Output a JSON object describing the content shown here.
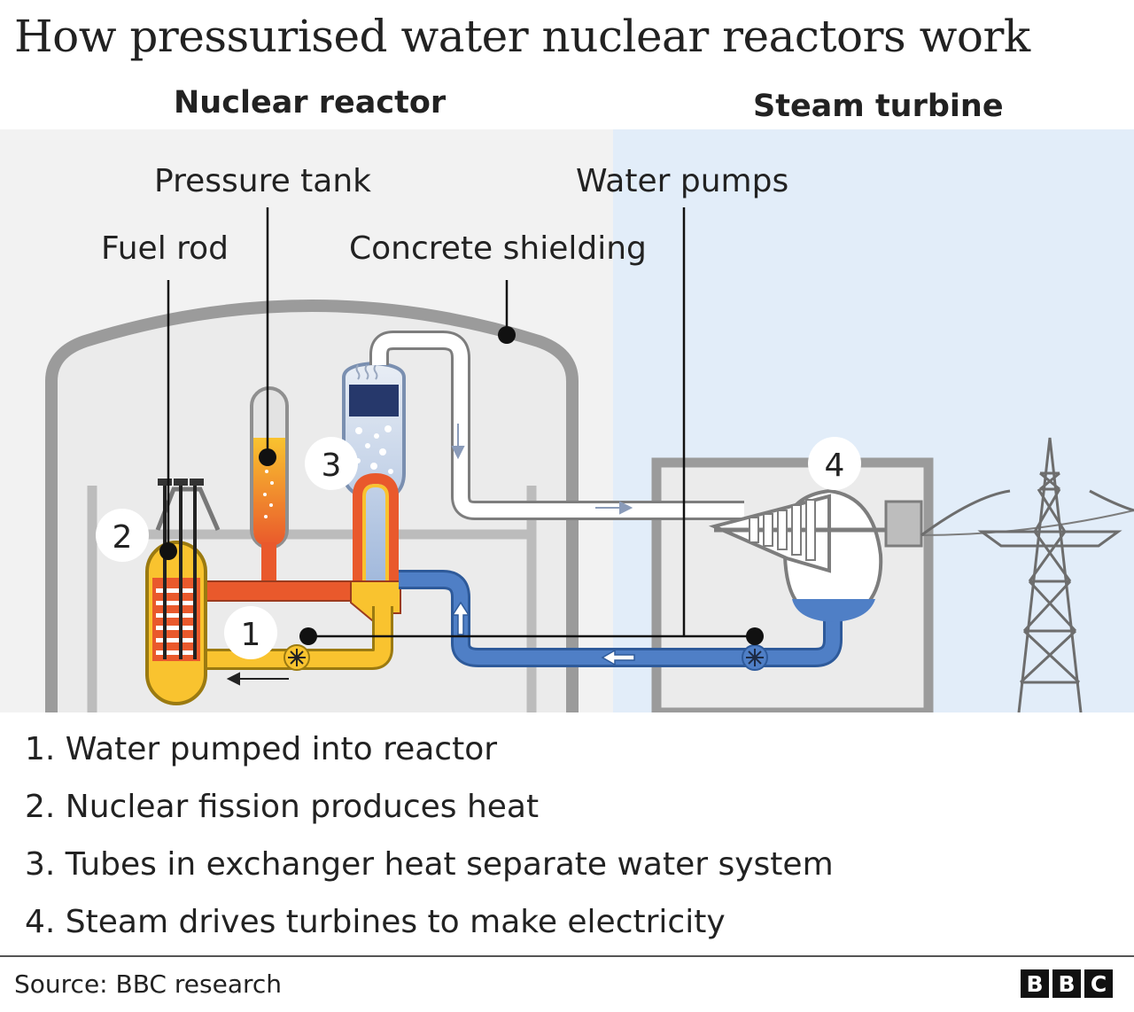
{
  "title": "How pressurised water nuclear reactors work",
  "sections": {
    "reactor": "Nuclear reactor",
    "turbine": "Steam turbine"
  },
  "labels": {
    "pressure_tank": "Pressure tank",
    "water_pumps": "Water pumps",
    "fuel_rod": "Fuel rod",
    "concrete_shielding": "Concrete shielding"
  },
  "markers": [
    "1",
    "2",
    "3",
    "4"
  ],
  "steps": [
    "1. Water pumped into reactor",
    "2. Nuclear fission produces heat",
    "3. Tubes in exchanger heat separate water system",
    "4. Steam drives turbines to make electricity"
  ],
  "source": "Source: BBC research",
  "logo": [
    "B",
    "B",
    "C"
  ],
  "colors": {
    "reactor_panel": "#f2f2f2",
    "turbine_panel": "#e2edf9",
    "hot_water": "#e9592c",
    "warm_water": "#f9c32f",
    "cold_water": "#4f7fc6",
    "steam": "#ffffff",
    "shielding": "#9b9b9b",
    "callout_line": "#111111"
  }
}
